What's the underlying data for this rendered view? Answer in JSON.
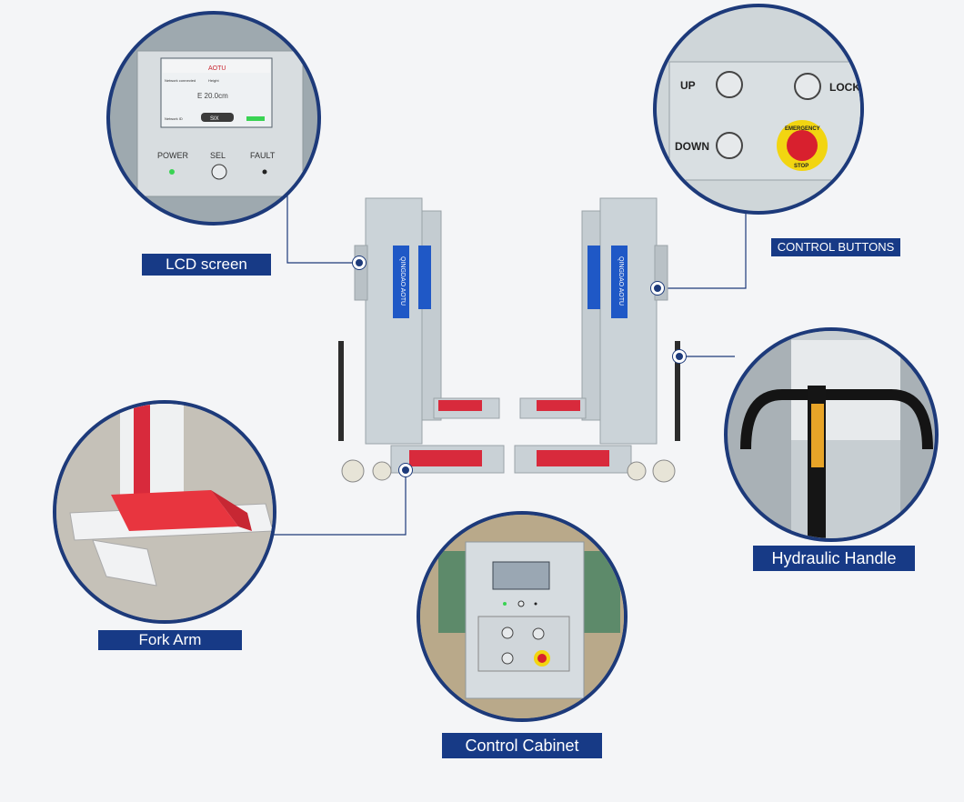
{
  "labels": {
    "lcd": "LCD screen",
    "control_buttons": "CONTROL BUTTONS",
    "hydraulic_handle": "Hydraulic Handle",
    "fork_arm": "Fork Arm",
    "control_cabinet": "Control Cabinet"
  },
  "lcd_panel": {
    "brand": "AOTU",
    "screen_line1": "Network connected",
    "screen_line2": "Height",
    "reading": "E 20.0cm",
    "status_left": "Network ID",
    "status_badge": "SIX",
    "power": "POWER",
    "sel": "SEL",
    "fault": "FAULT"
  },
  "buttons_panel": {
    "up": "UP",
    "lock": "LOCK",
    "down": "DOWN",
    "emergency_top": "EMERGENCY",
    "emergency_bottom": "STOP"
  },
  "column_text": "QINGDAO AOTU",
  "colors": {
    "frame": "#1d3a7a",
    "label_bg": "#173a86",
    "machine_gray": "#c9d1d6",
    "red_accent": "#d82a3c",
    "led_green": "#39d353"
  }
}
